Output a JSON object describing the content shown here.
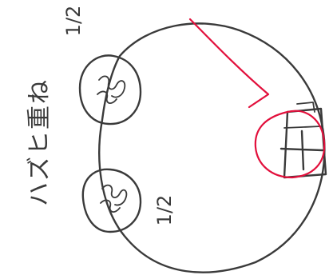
{
  "sketch": {
    "label_vertical": "ハズヒ重ね",
    "fraction_top": "1/2",
    "fraction_bottom": "1/2"
  },
  "colors": {
    "ink": "#3a3a3a",
    "red_pen": "#e2103c",
    "paper": "#ffffff"
  }
}
